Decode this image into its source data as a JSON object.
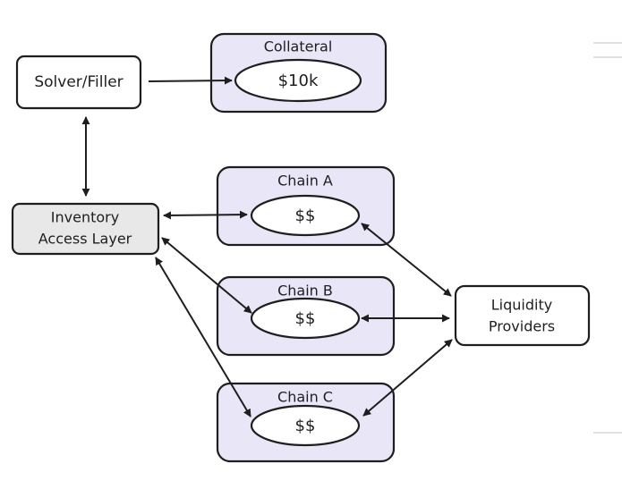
{
  "colors": {
    "ink": "#1e1e1e",
    "chain_fill": "#e9e6f8",
    "access_fill": "#e8e8e8",
    "plain_fill": "#ffffff",
    "edge_line_gray": "#d7d7d7"
  },
  "nodes": {
    "solver": {
      "label": "Solver/Filler"
    },
    "collateral": {
      "title": "Collateral",
      "amount": "$10k"
    },
    "access": {
      "line1": "Inventory",
      "line2": "Access Layer"
    },
    "chain_a": {
      "title": "Chain A",
      "amount": "$$"
    },
    "chain_b": {
      "title": "Chain B",
      "amount": "$$"
    },
    "chain_c": {
      "title": "Chain C",
      "amount": "$$"
    },
    "liquidity": {
      "line1": "Liquidity",
      "line2": "Providers"
    }
  },
  "edges": [
    {
      "from": "Solver/Filler",
      "to": "$10k",
      "direction": "forward"
    },
    {
      "from": "Solver/Filler",
      "to": "Inventory Access Layer",
      "direction": "both"
    },
    {
      "from": "Inventory Access Layer",
      "to": "Chain A",
      "direction": "both"
    },
    {
      "from": "Inventory Access Layer",
      "to": "Chain B",
      "direction": "both"
    },
    {
      "from": "Inventory Access Layer",
      "to": "Chain C",
      "direction": "both"
    },
    {
      "from": "Chain A",
      "to": "Liquidity Providers",
      "direction": "both"
    },
    {
      "from": "Chain B",
      "to": "Liquidity Providers",
      "direction": "both"
    },
    {
      "from": "Chain C",
      "to": "Liquidity Providers",
      "direction": "both"
    }
  ]
}
